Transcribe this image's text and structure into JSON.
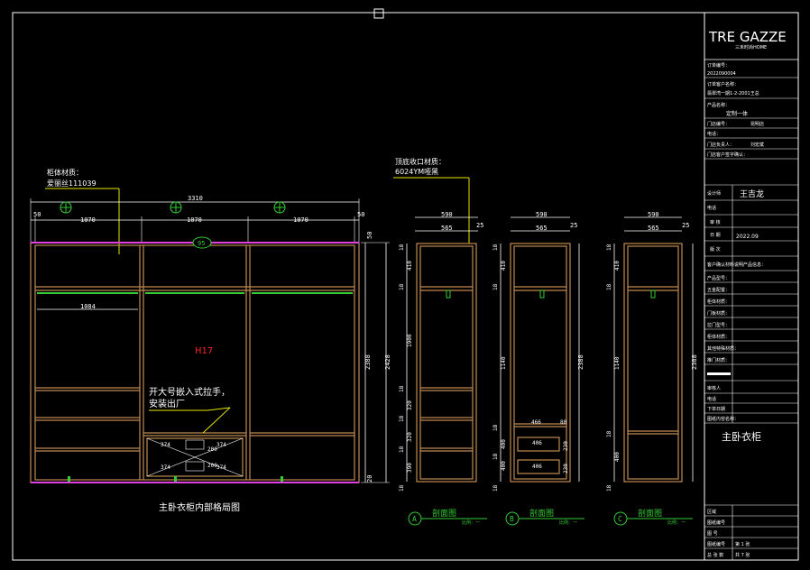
{
  "brand": {
    "logo": "TRE GAZZE",
    "sub": "三禾时尚HOME"
  },
  "colors": {
    "frame": "#ffffff",
    "dim": "#ffffff",
    "cabinet": "#c08a52",
    "magenta": "#e040e0",
    "green": "#33cc33",
    "yellow": "#e6e600",
    "red": "#ff2020",
    "cyan": "#40c8ff"
  },
  "front": {
    "note_label1": "柜体材质：",
    "note_label2": "爱丽丝111039",
    "total_width": "3310",
    "w_left": "50",
    "w_right": "50",
    "w1": "1070",
    "w2": "1070",
    "w3": "1070",
    "circle_tag": "95",
    "inner_width": "1084",
    "handle_code": "H17",
    "handle_note1": "开大号嵌入式拉手，",
    "handle_note2": "安装出厂",
    "d1": "374",
    "d2": "374",
    "d3": "374",
    "d4": "374",
    "d5": "200",
    "d6": "200",
    "h_top": "50",
    "h_mid": "2388",
    "h_total": "2428",
    "h_base": "20",
    "caption": "主卧衣柜内部格局图"
  },
  "top_note": {
    "label1": "顶底收口材质：",
    "label2": "6024YM哑黑"
  },
  "sectionA": {
    "w_out": "590",
    "w_in": "565",
    "gap": "25",
    "dims": [
      "18",
      "410",
      "18",
      "1900",
      "18",
      "320",
      "18",
      "320",
      "18",
      "390",
      "18"
    ],
    "label": "A",
    "title": "剖面图",
    "scale": "比例：一"
  },
  "sectionB": {
    "w_out": "590",
    "w_in": "565",
    "gap": "25",
    "dims": [
      "18",
      "410",
      "18",
      "1140",
      "18",
      "400",
      "18",
      "400",
      "18"
    ],
    "drawer_w1": "466",
    "drawer_w2": "80",
    "drawer_w3": "406",
    "drawer_w4": "406",
    "drawer_h1": "230",
    "drawer_h2": "230",
    "h_total": "2388",
    "label": "B",
    "title": "剖面图",
    "scale": "比例：一"
  },
  "sectionC": {
    "w_out": "590",
    "w_in": "565",
    "gap": "25",
    "dims": [
      "18",
      "410",
      "18",
      "1140",
      "18",
      "400",
      "18"
    ],
    "h_total": "2388",
    "label": "C",
    "title": "剖面图",
    "scale": "比例：一"
  },
  "titleblock": {
    "rows_top": [
      {
        "k": "订单编号：",
        "v": "2022090004"
      },
      {
        "k": "订单客户名称：",
        "v": "翡翠湾一期1-2-2001王总"
      },
      {
        "k": "产品名称：",
        "v": "定制一体"
      },
      {
        "k": "门店编号：",
        "v": "",
        "k2": "昆明店"
      },
      {
        "k": "电话：",
        "v": ""
      },
      {
        "k": "门店负责人：",
        "v": "",
        "k2": "刘宏斌"
      },
      {
        "k": "门店客户签字确认：",
        "v": ""
      }
    ],
    "designer_label": "设计师",
    "designer": "王吉龙",
    "phone_label": "电话",
    "review_label": "审 核",
    "date_label": "日 期",
    "date": "2022.09",
    "change_label": "版 次",
    "material_header": "客户确认材料说明产品信息：",
    "materials": [
      "产品型号：",
      "五金配置：",
      "柜体材质：",
      "门板材质：",
      "拉门型号：",
      "柜体材质：",
      "其他特殊材质：",
      "推门材质："
    ],
    "reviewer": "审核人",
    "phone2": "电话",
    "order_date": "下单日期",
    "content_label": "图纸内容名称：",
    "content": "主卧衣柜",
    "bottom": [
      {
        "k": "区域"
      },
      {
        "k": "图纸编号"
      },
      {
        "k": "图 号"
      },
      {
        "k": "图纸编号",
        "v": "第 1 张"
      },
      {
        "k": "总 张 数",
        "v": "共 7 张"
      }
    ]
  }
}
